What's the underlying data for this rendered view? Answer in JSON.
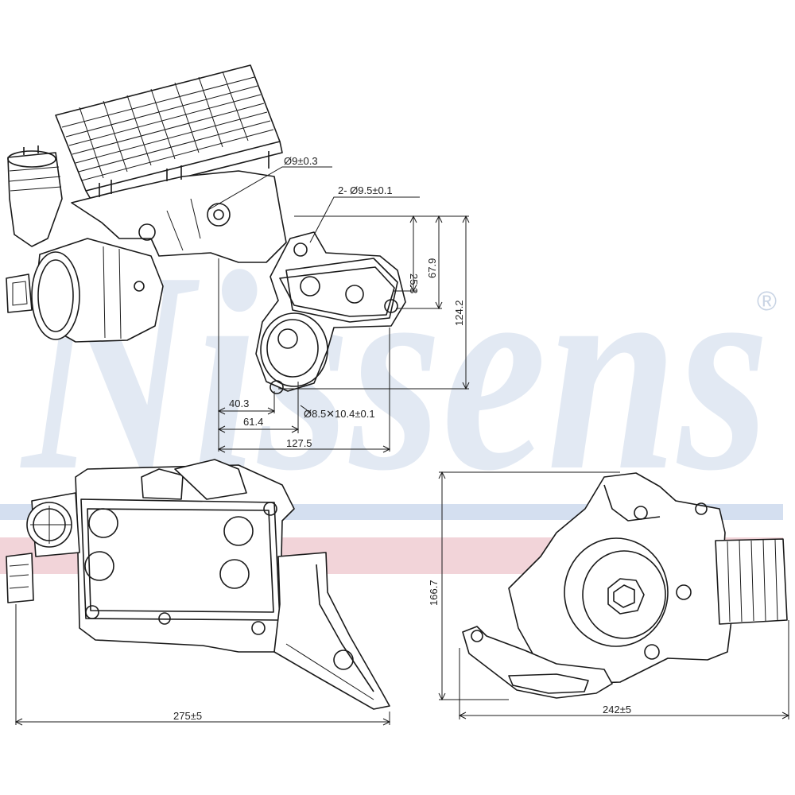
{
  "watermark": {
    "brand": "Nissens",
    "registered_mark": "®",
    "stripe_blue": "#d4dff0",
    "stripe_pink": "#f2d4d9",
    "text_color": "#e2e9f3"
  },
  "dimensions": {
    "hole_dia": "Ø9±0.3",
    "two_holes": "2- Ø9.5±0.1",
    "d_25_3": "25.3",
    "d_67_9": "67.9",
    "d_124_2": "124.2",
    "d_40_3": "40.3",
    "d_61_4": "61.4",
    "d_127_5": "127.5",
    "slot": "Ø8.5✕10.4±0.1",
    "height_166_7": "166.7",
    "width_275": "275±5",
    "width_242": "242±5"
  }
}
